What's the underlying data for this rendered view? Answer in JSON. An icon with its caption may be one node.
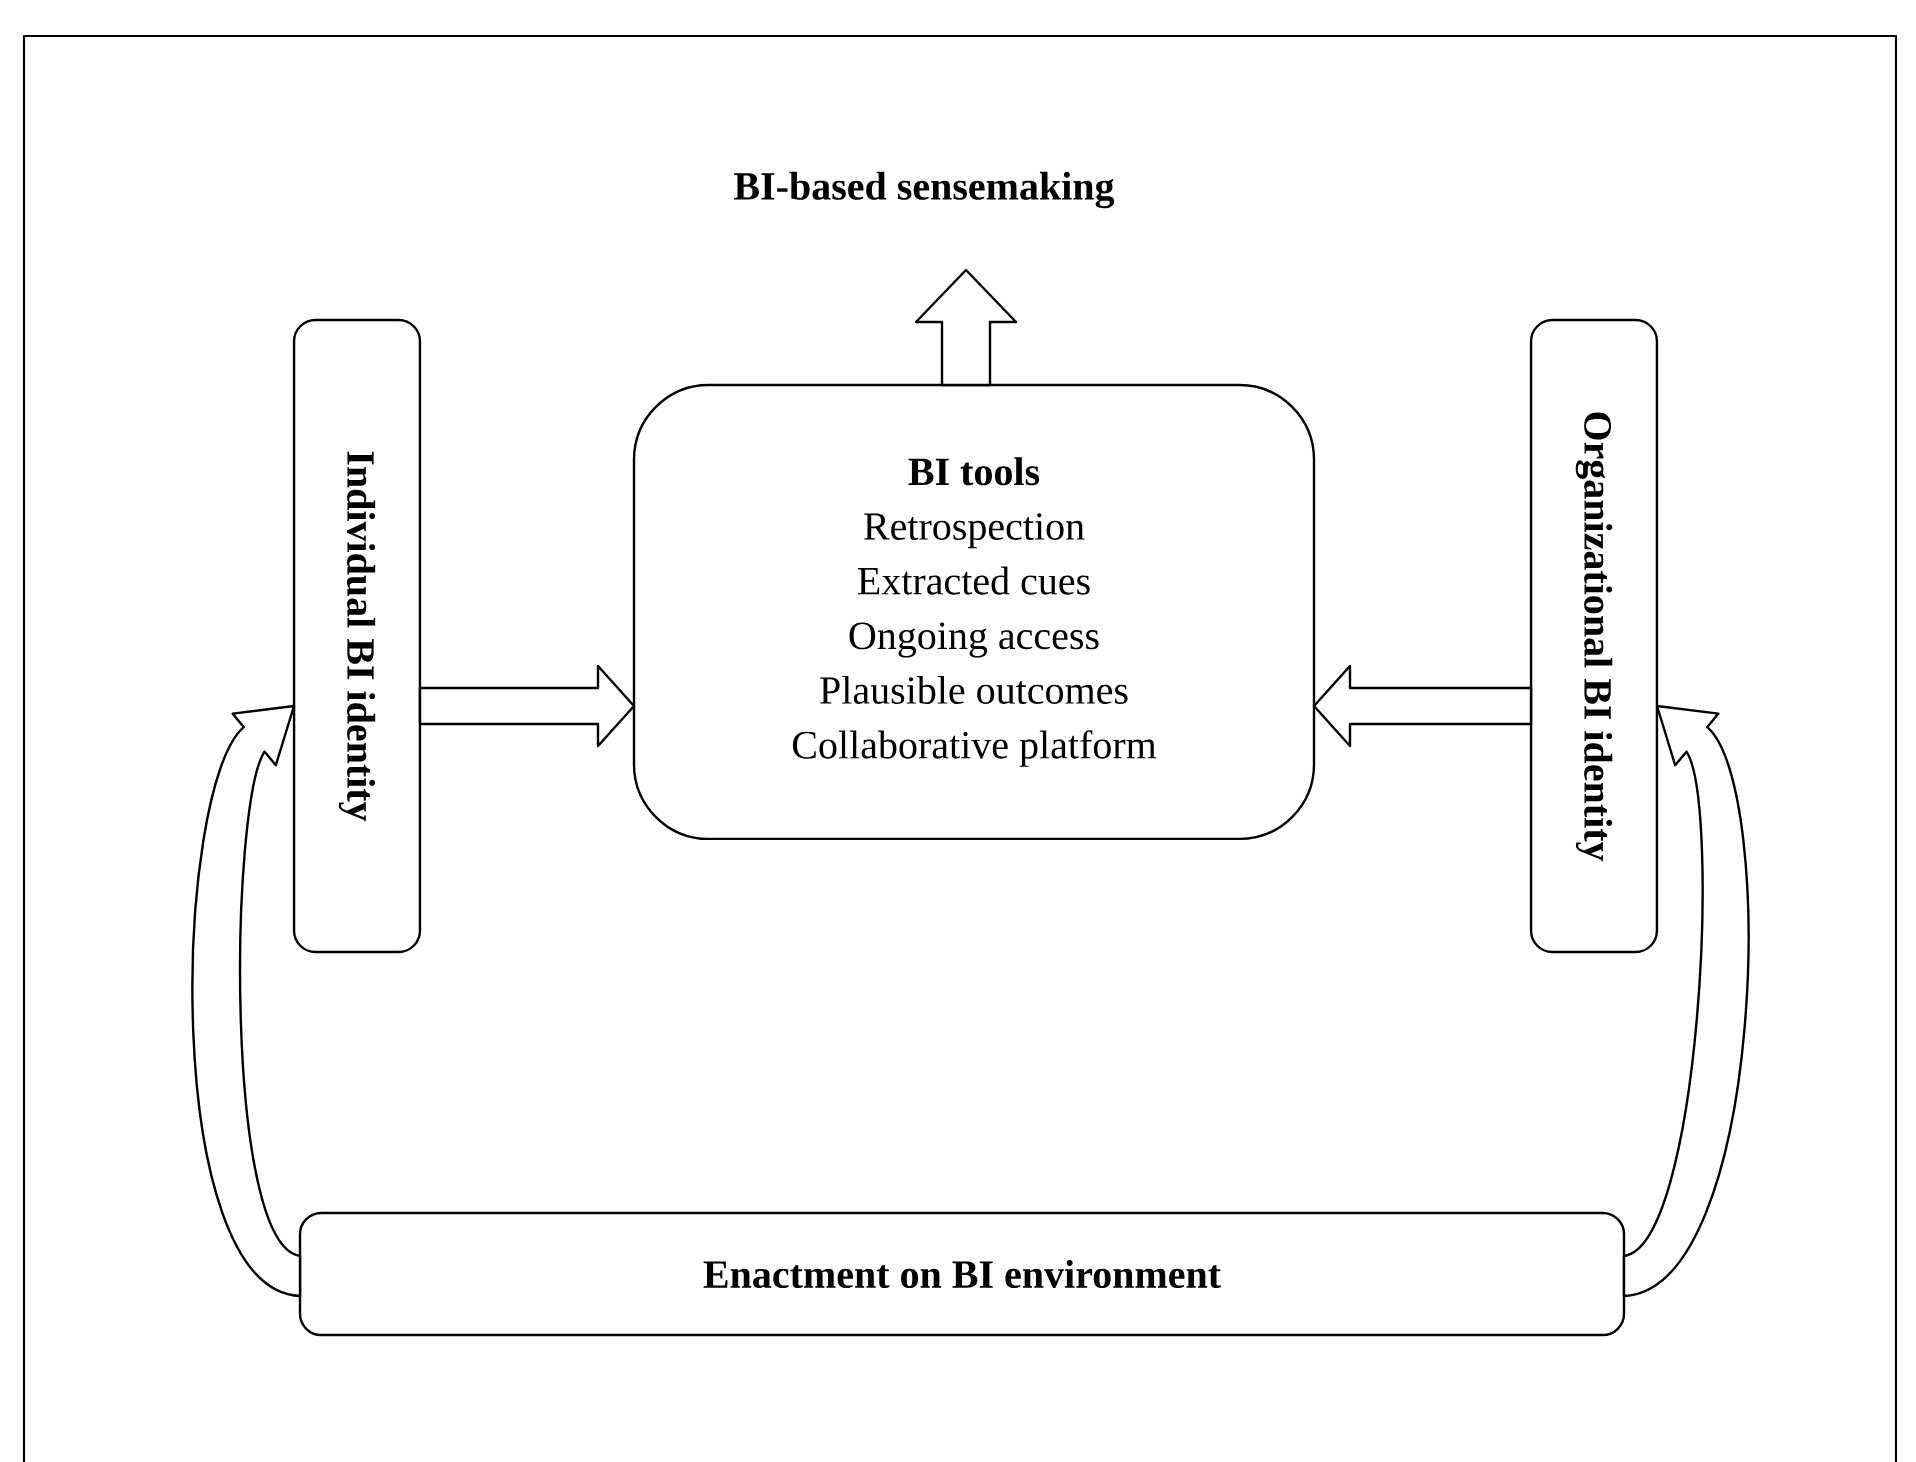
{
  "diagram": {
    "nodes": [
      {
        "text": [
          "BI-based sensemaking"
        ]
      },
      {
        "text": [
          "Individual BI identity"
        ]
      },
      {
        "text": [
          "BI tools",
          "Retrospection",
          "Extracted cues",
          "Ongoing access",
          "Plausible outcomes",
          "Collaborative platform"
        ]
      },
      {
        "text": [
          "Organizational BI identity"
        ]
      },
      {
        "text": [
          "Enactment on BI environment"
        ]
      }
    ],
    "edges": [
      {
        "from": 2,
        "to": 0,
        "arrow": "to"
      },
      {
        "from": 1,
        "to": 2,
        "arrow": "to"
      },
      {
        "from": 3,
        "to": 2,
        "arrow": "to"
      },
      {
        "from": 4,
        "to": 1,
        "arrow": "to"
      },
      {
        "from": 4,
        "to": 3,
        "arrow": "to"
      }
    ]
  }
}
